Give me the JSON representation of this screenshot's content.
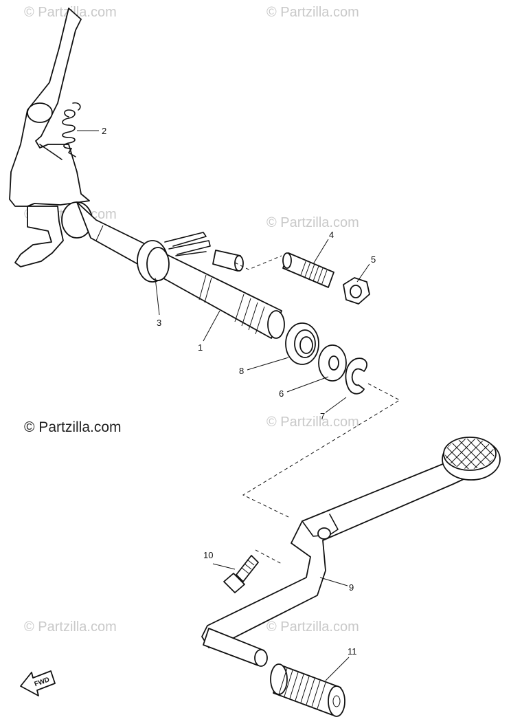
{
  "watermarks": [
    "© Partzilla.com",
    "© Partzilla.com",
    "© Partzilla.com",
    "© Partzilla.com",
    "© Partzilla.com",
    "© Partzilla.com",
    "© Partzilla.com",
    "© Partzilla.com"
  ],
  "watermark_main": "© Partzilla.com",
  "callouts": {
    "p1": "1",
    "p2": "2",
    "p3": "3",
    "p4": "4",
    "p5": "5",
    "p6": "6",
    "p7": "7",
    "p8": "8",
    "p9": "9",
    "p10": "10",
    "p11": "11"
  },
  "fwd_label": "FWD"
}
